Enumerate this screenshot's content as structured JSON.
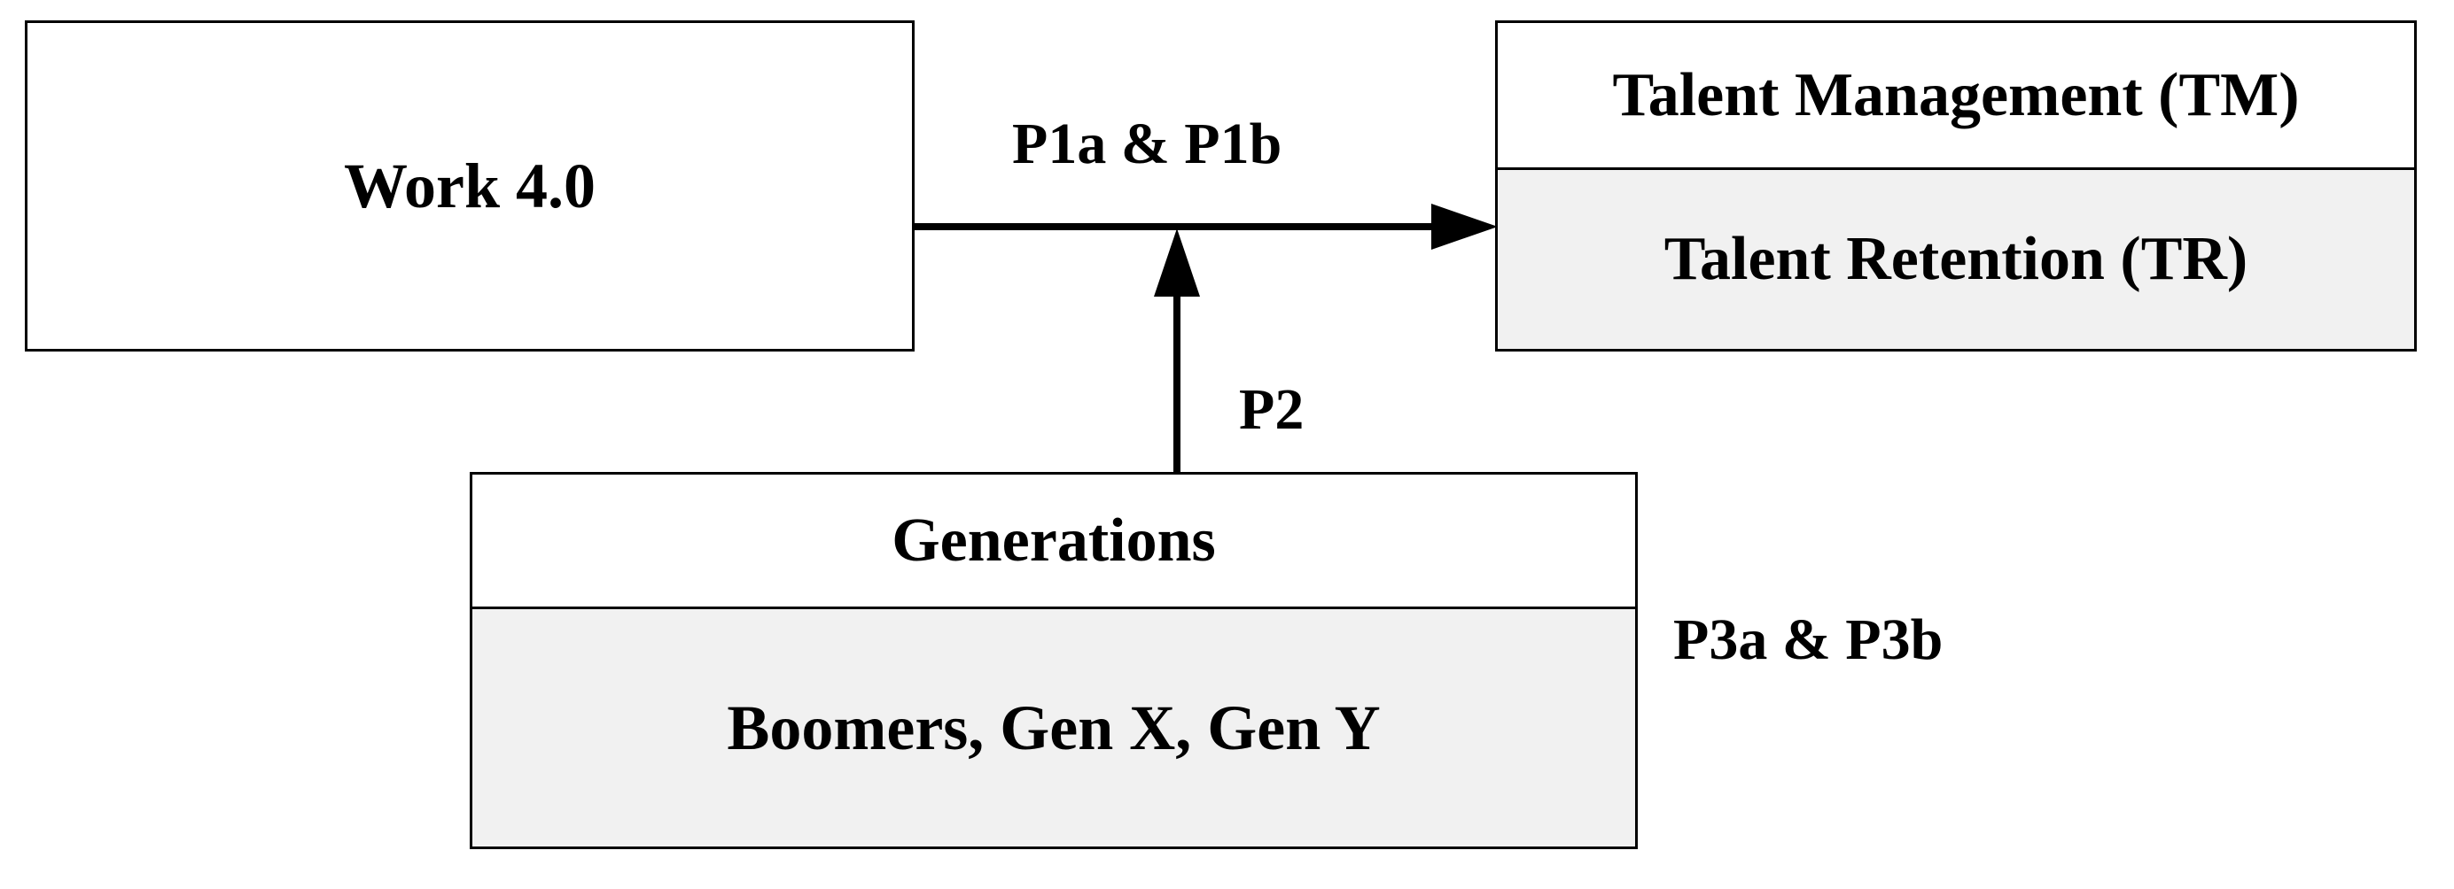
{
  "work": {
    "title": "Work 4.0"
  },
  "talent": {
    "title": "Talent Management (TM)",
    "subtitle": "Talent Retention (TR)"
  },
  "generations": {
    "title": "Generations",
    "subtitle": "Boomers, Gen X, Gen Y"
  },
  "labels": {
    "p1": "P1a & P1b",
    "p2": "P2",
    "p3": "P3a & P3b"
  }
}
